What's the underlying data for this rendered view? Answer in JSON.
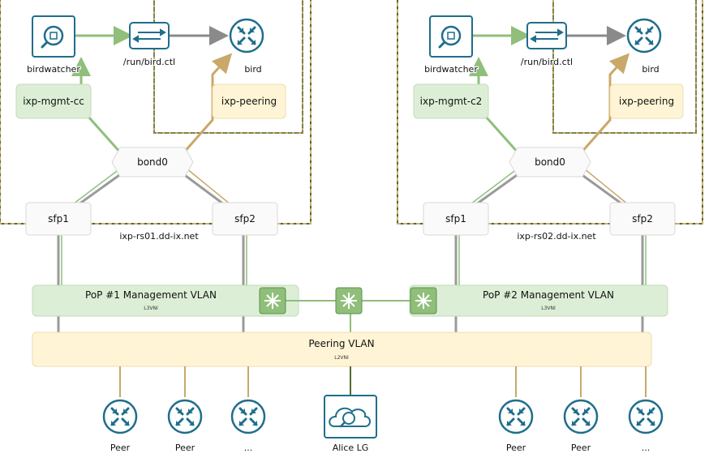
{
  "colors": {
    "green_line": "#8fbf7a",
    "tan_line": "#c9a86a",
    "gray_line": "#9a9a9a",
    "dark_green": "#556b2f",
    "mgmt_fill": "#dcefd6",
    "peering_fill": "#fff5d6",
    "router_fill": "#ffffff",
    "router_ring": "#1f6e8c",
    "router_arrows": "#1f6e8c",
    "switch_fill": "#8fbf7a"
  },
  "hosts": [
    {
      "hostname": "ixp-rs01.dd-ix.net",
      "birdwatcher": "birdwatcher",
      "socket": "/run/bird.ctl",
      "bird": "bird",
      "mgmt_iface": "ixp-mgmt-cc",
      "peering_iface": "ixp-peering",
      "bond": "bond0",
      "sfp1": "sfp1",
      "sfp2": "sfp2"
    },
    {
      "hostname": "ixp-rs02.dd-ix.net",
      "birdwatcher": "birdwatcher",
      "socket": "/run/bird.ctl",
      "bird": "bird",
      "mgmt_iface": "ixp-mgmt-c2",
      "peering_iface": "ixp-peering",
      "bond": "bond0",
      "sfp1": "sfp1",
      "sfp2": "sfp2"
    }
  ],
  "vlans": {
    "mgmt1": {
      "label": "PoP #1 Management VLAN",
      "sublabel": "L3VNI"
    },
    "mgmt2": {
      "label": "PoP #2 Management VLAN",
      "sublabel": "L3VNI"
    },
    "peering": {
      "label": "Peering VLAN",
      "sublabel": "L2VNI"
    }
  },
  "peers": [
    "Peer",
    "Peer",
    "...",
    "Peer",
    "Peer",
    "..."
  ],
  "looking_glass": "Alice LG"
}
